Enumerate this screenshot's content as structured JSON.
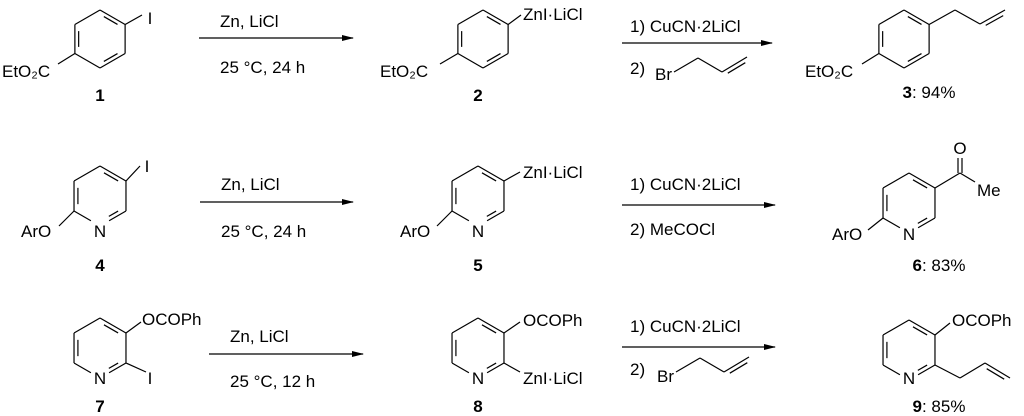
{
  "scheme": {
    "rows": [
      {
        "start": {
          "id": "1",
          "substituents": [
            "I",
            "EtO₂C"
          ]
        },
        "step1": {
          "reagent": "Zn, LiCl",
          "conditions": "25 °C, 24 h"
        },
        "intermediate": {
          "id": "2",
          "substituents": [
            "ZnI·LiCl",
            "EtO₂C"
          ]
        },
        "step2": {
          "reagent1": "1) CuCN·2LiCl",
          "reagent2_prefix": "2)",
          "reagent2": "Br"
        },
        "product": {
          "id": "3",
          "yield": ": 94%",
          "substituents": [
            "EtO₂C"
          ]
        }
      },
      {
        "start": {
          "id": "4",
          "substituents": [
            "I",
            "ArO",
            "N"
          ]
        },
        "step1": {
          "reagent": "Zn, LiCl",
          "conditions": "25 °C, 24 h"
        },
        "intermediate": {
          "id": "5",
          "substituents": [
            "ZnI·LiCl",
            "ArO",
            "N"
          ]
        },
        "step2": {
          "reagent1": "1) CuCN·2LiCl",
          "reagent2": "2) MeCOCl"
        },
        "product": {
          "id": "6",
          "yield": ": 83%",
          "substituents": [
            "O",
            "Me",
            "ArO",
            "N"
          ]
        }
      },
      {
        "start": {
          "id": "7",
          "substituents": [
            "OCOPh",
            "I",
            "N"
          ]
        },
        "step1": {
          "reagent": "Zn, LiCl",
          "conditions": "25 °C, 12 h"
        },
        "intermediate": {
          "id": "8",
          "substituents": [
            "OCOPh",
            "ZnI·LiCl",
            "N"
          ]
        },
        "step2": {
          "reagent1": "1) CuCN·2LiCl",
          "reagent2_prefix": "2)",
          "reagent2": "Br"
        },
        "product": {
          "id": "9",
          "yield": ": 85%",
          "substituents": [
            "OCOPh",
            "N"
          ]
        }
      }
    ]
  }
}
